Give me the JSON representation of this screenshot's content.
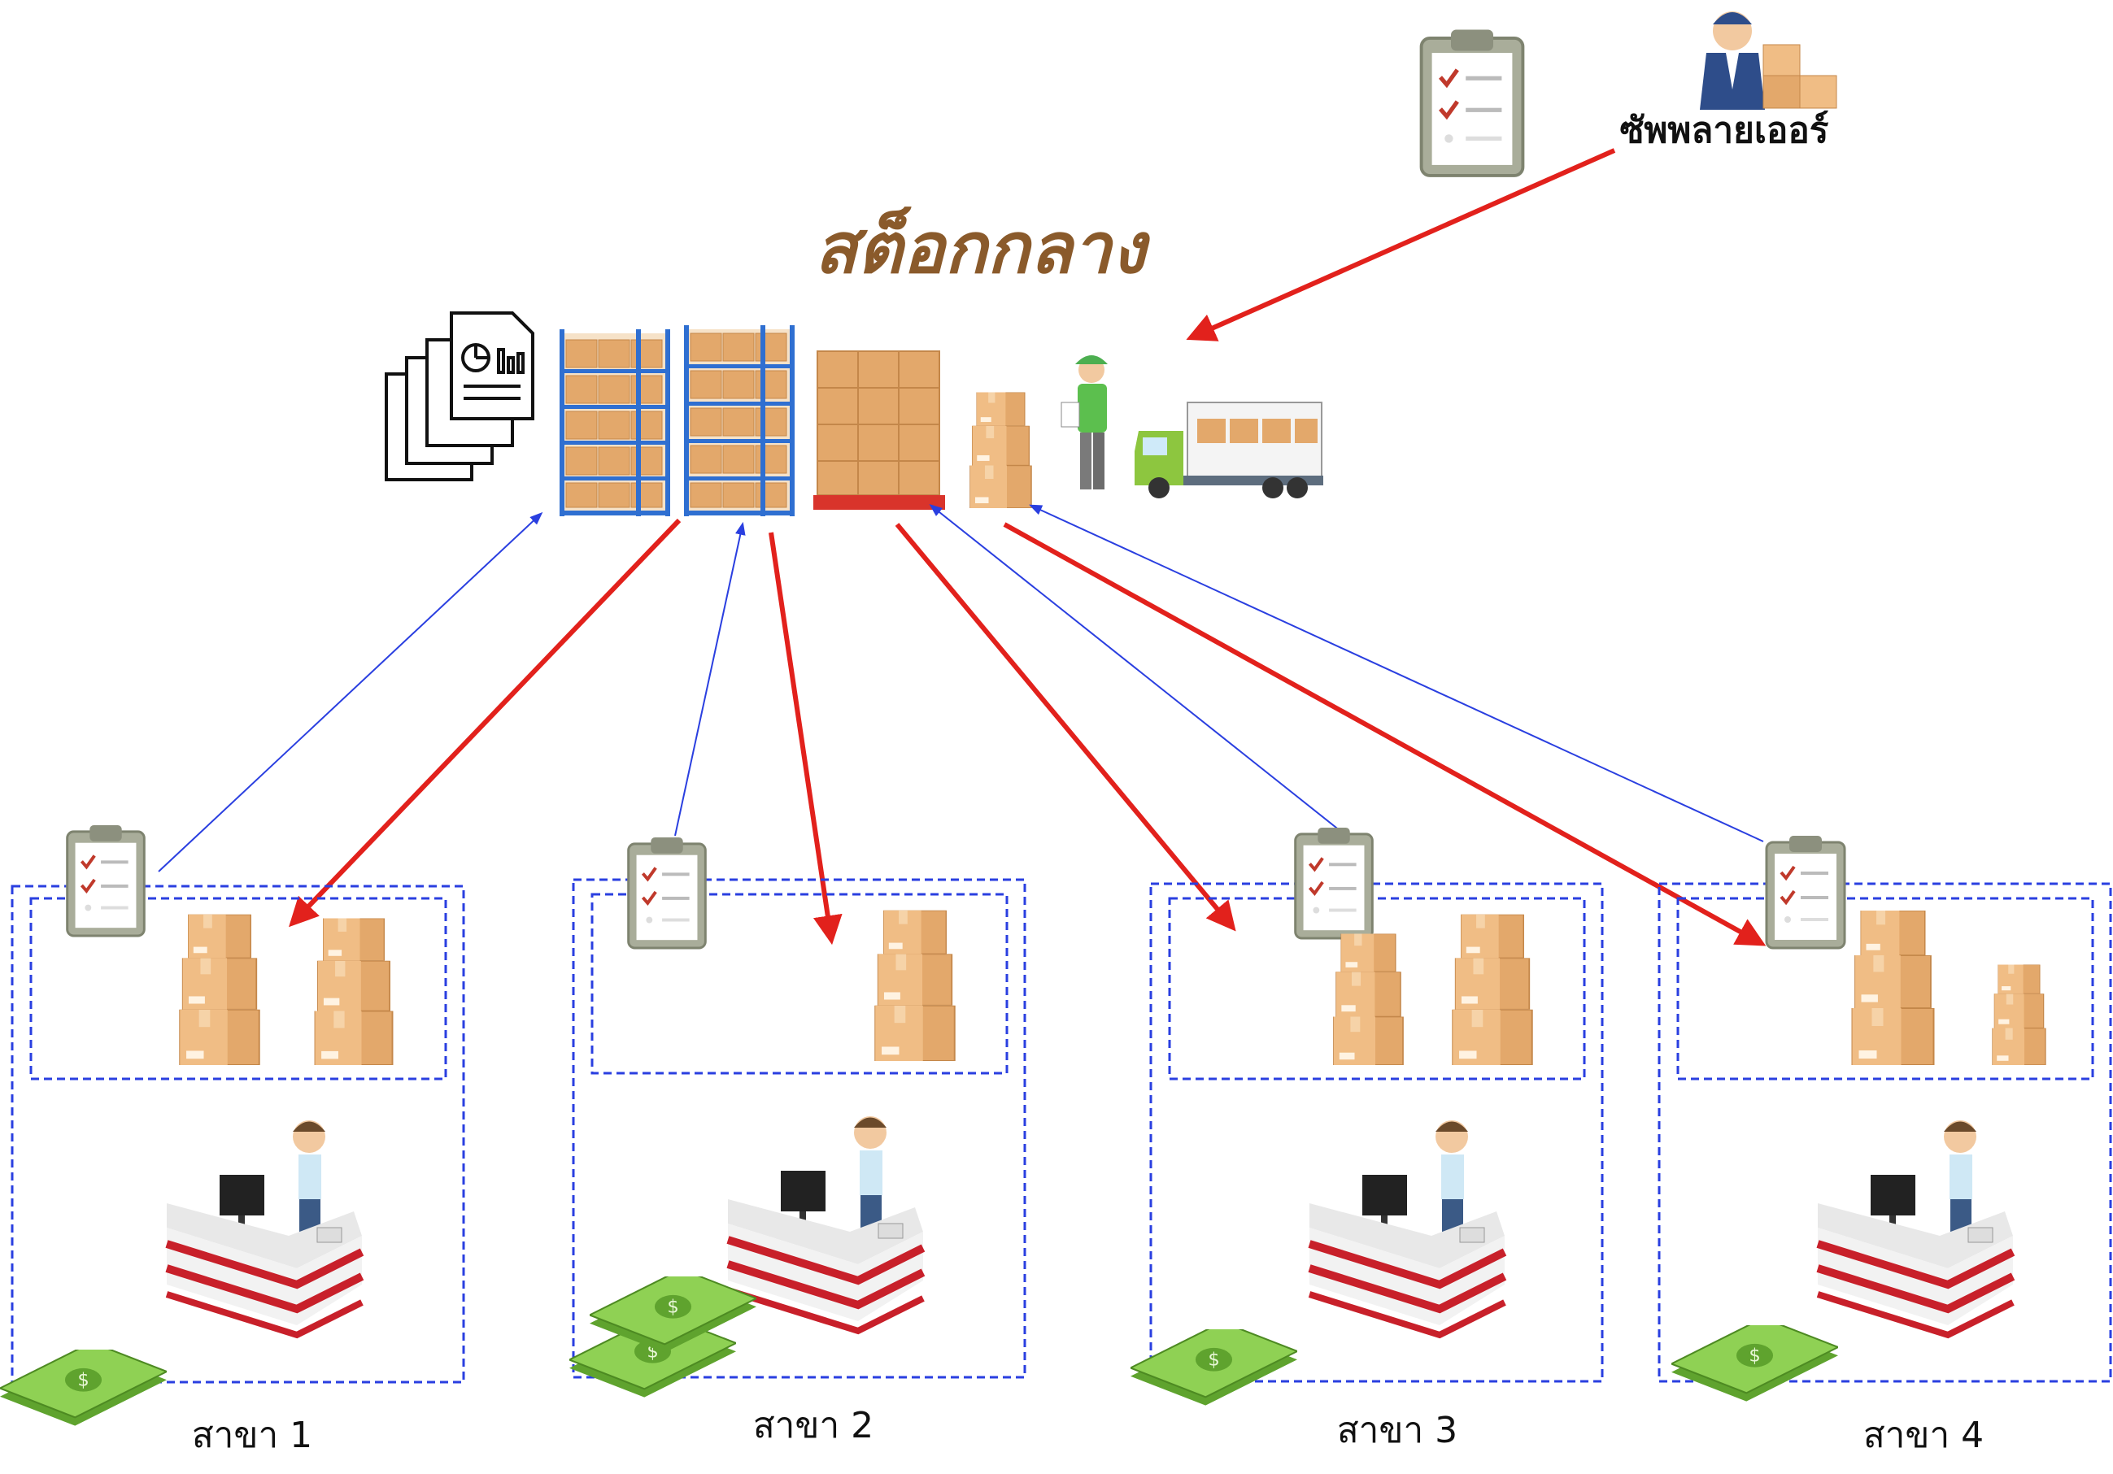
{
  "central": {
    "title": "สต็อกกลาง"
  },
  "supplier": {
    "label": "ซัพพลายเออร์"
  },
  "branches": [
    {
      "label": "สาขา 1"
    },
    {
      "label": "สาขา 2"
    },
    {
      "label": "สาขา 3"
    },
    {
      "label": "สาขา 4"
    }
  ],
  "colors": {
    "delivery_arrow": "#e2211c",
    "request_arrow": "#2a3fe0",
    "branch_border": "#2a3fe0",
    "box": "#e3a86b",
    "rack": "#2f6fd1",
    "money": "#7bc043",
    "counter_stripe": "#c8202a"
  },
  "icons": [
    "clipboard-icon",
    "supplier-person-icon",
    "documents-icon",
    "warehouse-rack-icon",
    "pallet-boxes-icon",
    "worker-icon",
    "delivery-truck-icon",
    "cashier-counter-icon",
    "money-stack-icon"
  ]
}
